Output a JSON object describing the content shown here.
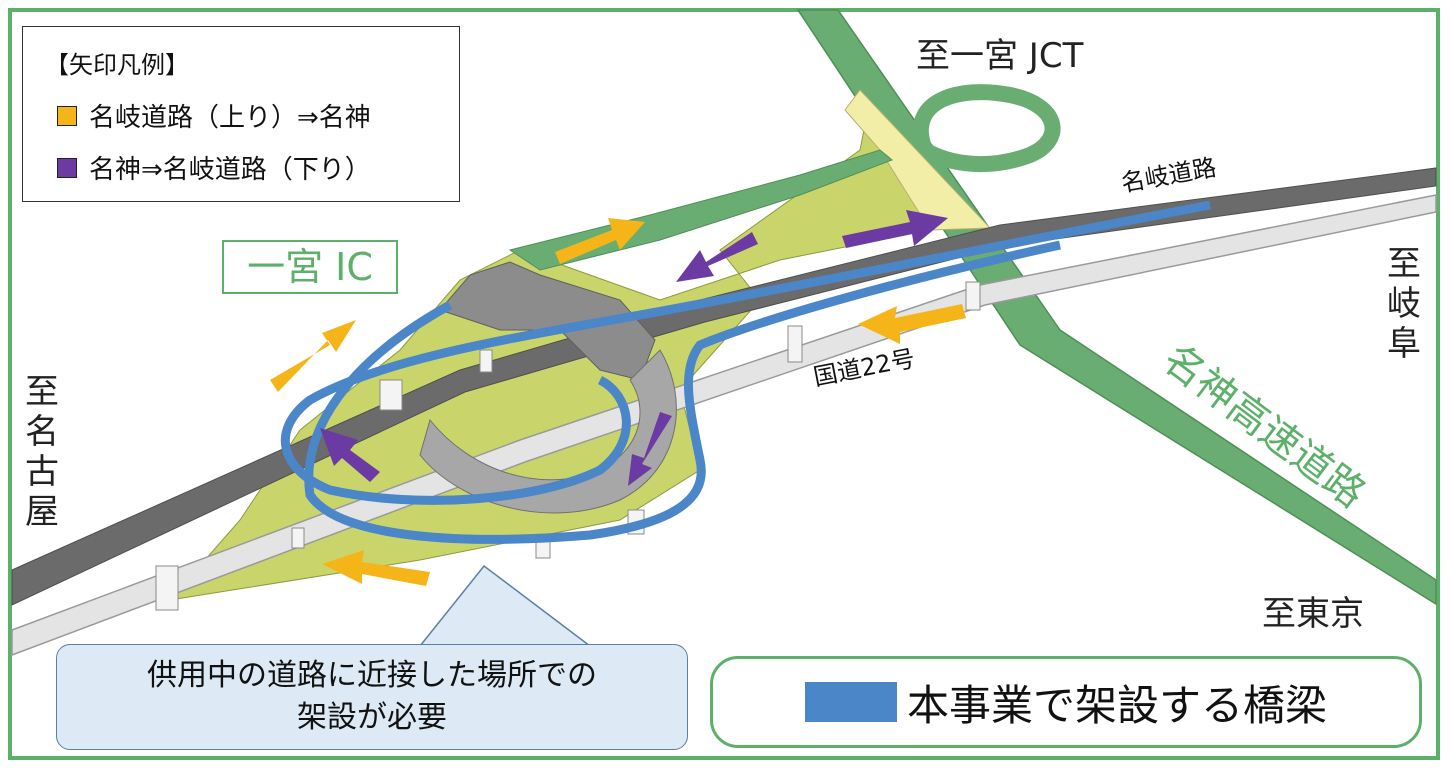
{
  "legend": {
    "title": "【矢印凡例】",
    "items": [
      {
        "label": "名岐道路（上り）⇒名神",
        "color": "#f5b518"
      },
      {
        "label": "名神⇒名岐道路（下り）",
        "color": "#6b3aa3"
      }
    ]
  },
  "interchange_label": "一宮 IC",
  "destinations": {
    "jct": "至一宮 JCT",
    "tokyo": "至東京",
    "nagoya": "至名古屋",
    "gifu": "至岐阜"
  },
  "roads": {
    "meigi": "名岐道路",
    "route22": "国道22号",
    "meishin": "名神高速道路"
  },
  "callout": {
    "line1": "供用中の道路に近接した場所での",
    "line2": "架設が必要"
  },
  "bridge_key": {
    "label": "本事業で架設する橋梁",
    "color": "#4a86c8"
  },
  "colors": {
    "frame": "#5db06a",
    "expressway_green": "#6aad72",
    "ground_yellow": "#c9d56a",
    "viaduct_gray": "#6b6b6b"
  }
}
